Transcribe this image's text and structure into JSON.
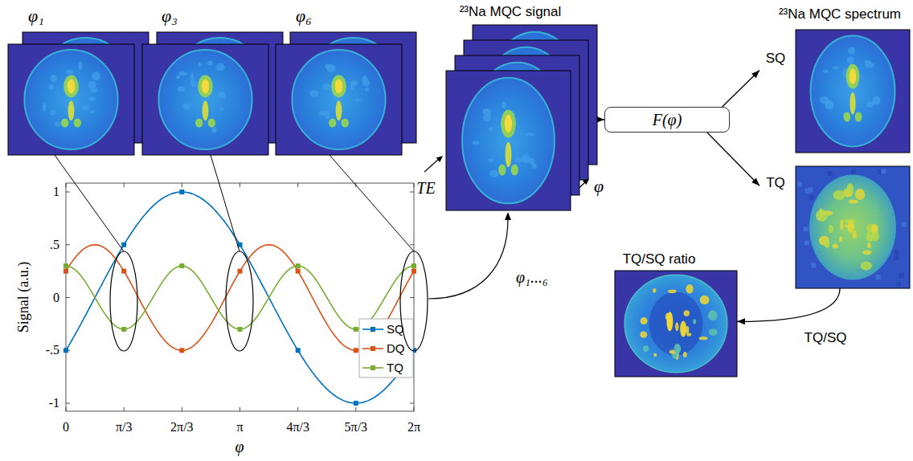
{
  "diagram": {
    "nodes": [
      {
        "text": [
          "φ₁"
        ]
      },
      {
        "text": [
          "φ₃"
        ]
      },
      {
        "text": [
          "φ₆"
        ]
      },
      {
        "text": [
          "²³Na MQC signal"
        ]
      },
      {
        "text": [
          "F(φ)"
        ]
      },
      {
        "text": [
          "²³Na MQC spectrum",
          "SQ"
        ]
      },
      {
        "text": [
          "TQ"
        ]
      },
      {
        "text": [
          "TQ/SQ ratio"
        ]
      }
    ],
    "edges": [
      {
        "from": 3,
        "to": 4,
        "arrow": "to"
      },
      {
        "from": 4,
        "to": 5,
        "arrow": "to"
      },
      {
        "from": 4,
        "to": 6,
        "arrow": "to"
      },
      {
        "from": 6,
        "to": 7,
        "arrow": "to",
        "label": "TQ/SQ"
      }
    ],
    "labels": [
      "TE",
      "φ",
      "φ₁...₆",
      "1",
      ".5",
      "0",
      "-.5",
      "-1",
      "0",
      "π/3",
      "2π/3",
      "π",
      "4π/3",
      "5π/3",
      "2π",
      "Signal (a.u.)",
      "φ"
    ],
    "legend": [
      {
        "text": "SQ"
      },
      {
        "text": "DQ"
      },
      {
        "text": "TQ"
      }
    ]
  }
}
